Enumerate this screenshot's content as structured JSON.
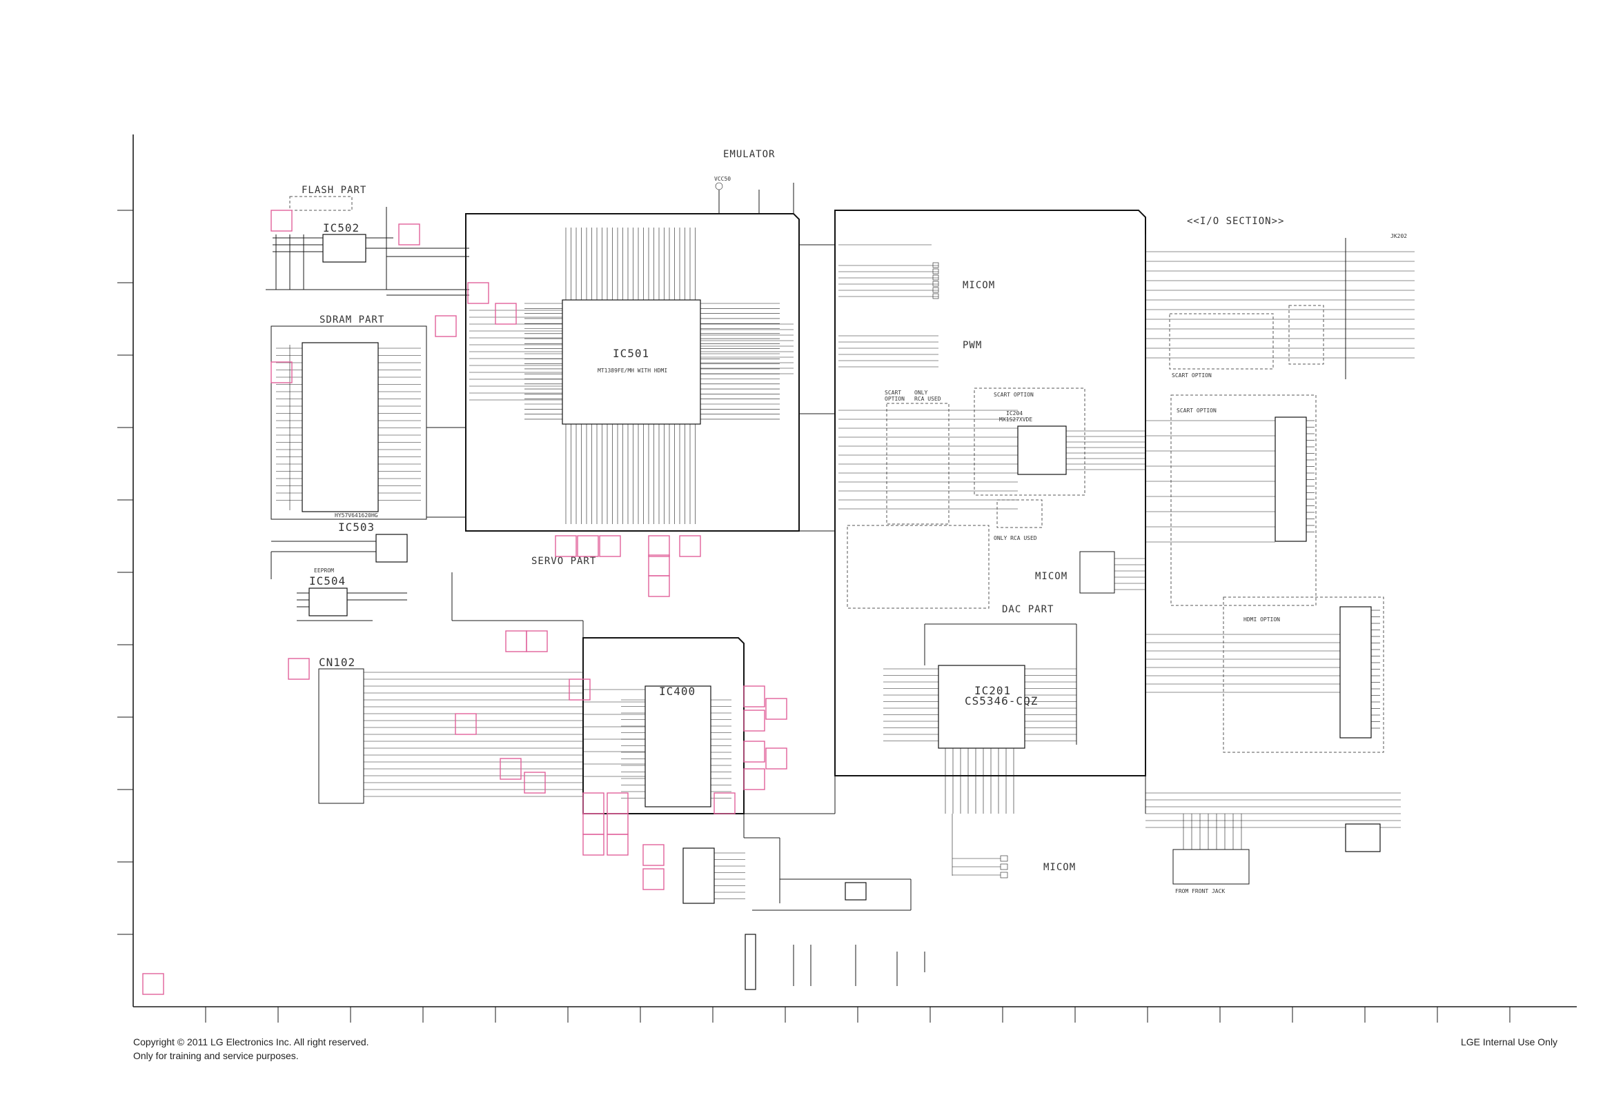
{
  "sections": {
    "emulator": "EMULATOR",
    "flash_part": "FLASH PART",
    "sdram_part": "SDRAM PART",
    "servo_part": "SERVO PART",
    "io_section": "<<I/O SECTION>>",
    "micom_top": "MICOM",
    "pwm": "PWM",
    "scart_option_top": "SCART OPTION",
    "scart_option_mid": "SCART OPTION",
    "scart_option_side": "SCART OPTION",
    "scart_option_right": "SCART OPTION",
    "scart_option_rca": "SCART OPTION\nONLY RCA USED",
    "only_rca_used": "ONLY RCA USED",
    "micom_mid": "MICOM",
    "dac_part": "DAC PART",
    "micom_bottom": "MICOM",
    "hdmi_option": "HDMI OPTION",
    "from_front_jack": "FROM FRONT JACK",
    "eeprom": "EEPROM"
  },
  "chips": {
    "ic501": "IC501",
    "ic501_part": "MT1389FE/MH WITH HDMI",
    "ic502": "IC502",
    "ic503": "IC503",
    "ic503_part": "HY57V641620HG",
    "ic504": "IC504",
    "ic400": "IC400",
    "ic201": "IC201",
    "ic201_part": "CS5346-CQZ",
    "cn102": "CN102",
    "jk202": "JK202",
    "vcc50": "VCC50",
    "ic204": "IC204",
    "ic204_part": "MX1S27XVDE"
  },
  "footer": {
    "copyright": "Copyright © 2011 LG Electronics Inc. All right reserved.",
    "training": "Only for training and service purposes.",
    "internal": "LGE Internal Use Only"
  }
}
